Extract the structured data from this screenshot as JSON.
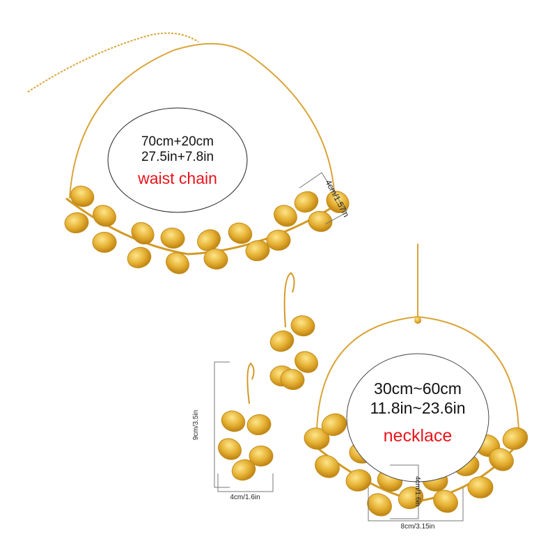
{
  "waist_chain": {
    "length_cm": "70cm+20cm",
    "length_in": "27.5in+7.8in",
    "label": "waist chain",
    "width": "4cm/1.57in"
  },
  "earring": {
    "height": "9cm/3.5in",
    "width": "4cm/1.6in"
  },
  "necklace": {
    "length_cm": "30cm~60cm",
    "length_in": "11.8in~23.6in",
    "label": "necklace",
    "height": "4cm/1.6in",
    "width": "8cm/3.15in"
  },
  "colors": {
    "gold": "#e0a825",
    "accent": "#e8141b"
  }
}
